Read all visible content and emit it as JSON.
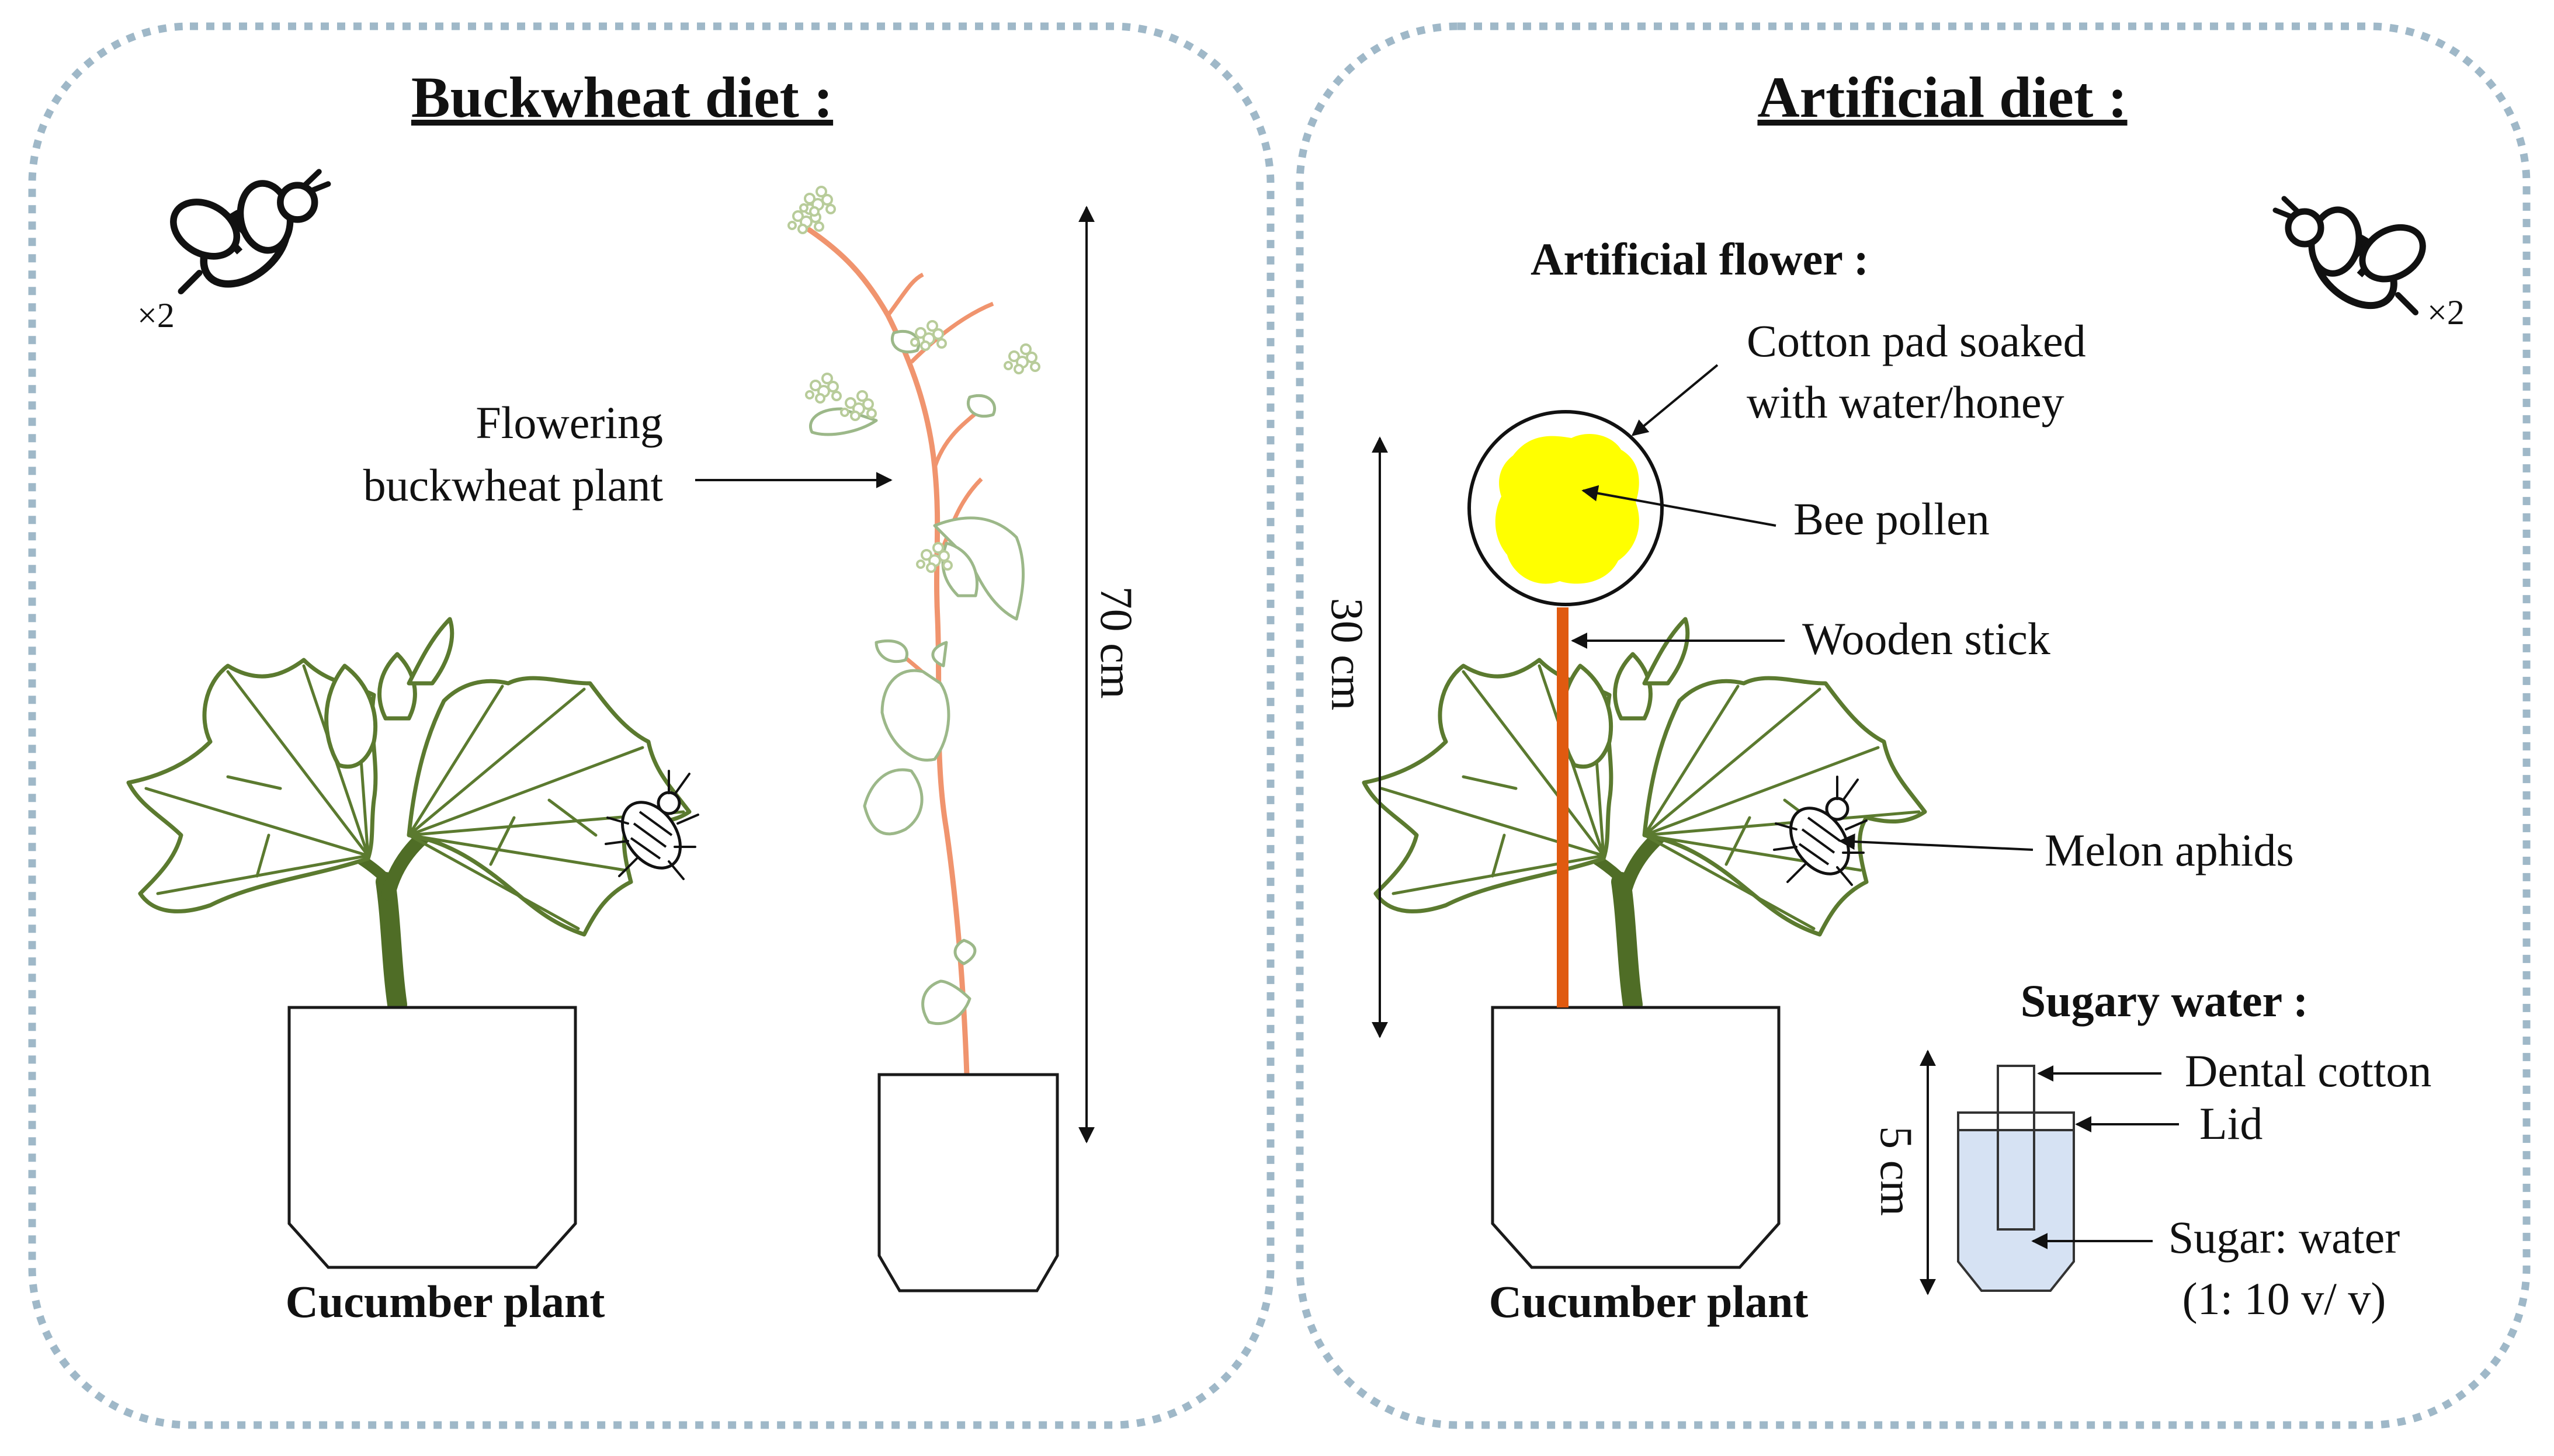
{
  "panels": [
    {
      "title": "Buckwheat diet :",
      "bee_count": "×2",
      "labels": {
        "flowering_plant": [
          "Flowering",
          "buckwheat plant"
        ],
        "height": "70 cm",
        "cucumber": "Cucumber plant"
      }
    },
    {
      "title": "Artificial diet :",
      "bee_count": "×2",
      "labels": {
        "artificial_flower": "Artificial flower :",
        "cotton_pad": [
          "Cotton pad soaked",
          "with water/honey"
        ],
        "bee_pollen": "Bee pollen",
        "wooden_stick": "Wooden stick",
        "height": "30 cm",
        "melon_aphids": "Melon aphids",
        "cucumber": "Cucumber plant",
        "sugary_water": "Sugary water :",
        "dental_cotton": "Dental cotton",
        "lid": "Lid",
        "vial_height": "5 cm",
        "sugar_water": [
          "Sugar: water",
          "(1: 10 v/ v)"
        ]
      }
    }
  ],
  "colors": {
    "panel_border": "#9fb8c8",
    "cucumber_leaf": "#5b7a2f",
    "buckwheat_stem": "#f0946e",
    "buckwheat_leaf": "#9cb889",
    "stick": "#e05a10",
    "pollen": "#ffff00",
    "vial_water": "#d6e2f3"
  },
  "icons": [
    "bee-icon",
    "aphid-icon"
  ]
}
